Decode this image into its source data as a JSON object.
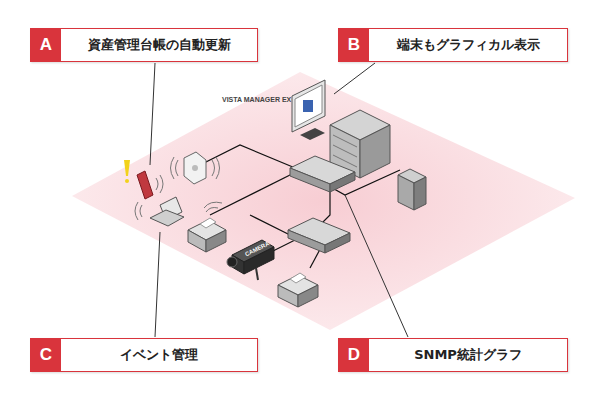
{
  "diagram": {
    "nodes": [
      {
        "text": [
          "A",
          "資産管理台帳の自動更新"
        ]
      },
      {
        "text": [
          "B",
          "端末もグラフィカル表示"
        ]
      },
      {
        "text": [
          "C",
          "イベント管理"
        ]
      },
      {
        "text": [
          "D",
          "SNMP統計グラフ"
        ]
      }
    ],
    "labels": [
      "VISTA MANAGER EX",
      "CAMERA"
    ]
  }
}
